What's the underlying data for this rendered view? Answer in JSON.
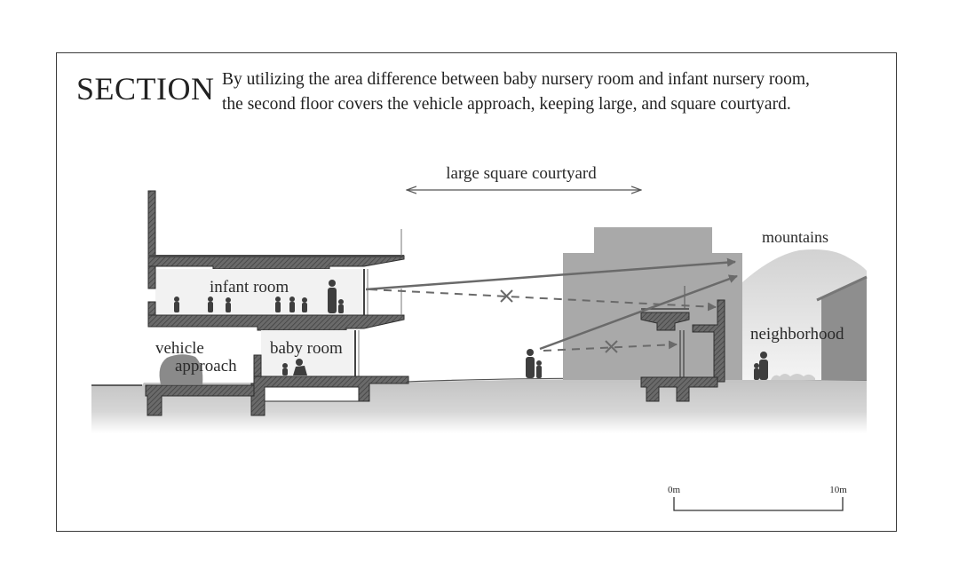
{
  "header": {
    "title": "SECTION",
    "description_line1": "By utilizing the area difference between baby nursery room and infant nursery room,",
    "description_line2": "the second floor covers the vehicle approach, keeping large, and square courtyard."
  },
  "labels": {
    "courtyard": "large square courtyard",
    "mountains": "mountains",
    "infant_room": "infant room",
    "vehicle_line1": "vehicle",
    "vehicle_line2": "approach",
    "baby_room": "baby room",
    "neighborhood": "neighborhood"
  },
  "scale_bar": {
    "start_label": "0m",
    "end_label": "10m"
  },
  "colors": {
    "frame": "#3a3a3a",
    "structure": "#4a4a4a",
    "building": "#a8a8a8",
    "ground_top": "#c4c4c4",
    "arrow": "#6a6a6a"
  }
}
